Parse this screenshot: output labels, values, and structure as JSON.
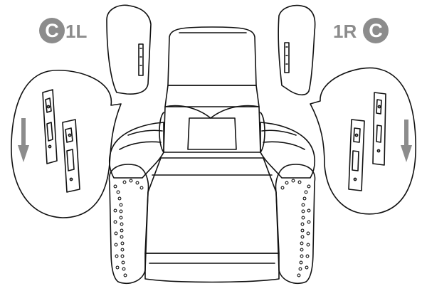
{
  "left_callout": {
    "badge_letter": "C",
    "part_label": "1L"
  },
  "right_callout": {
    "badge_letter": "C",
    "part_label": "1R"
  },
  "colors": {
    "line": "#111111",
    "label_gray": "#8c8c8c",
    "arrow_gray": "#8c8c8c",
    "background": "#ffffff"
  },
  "icons": {
    "down_arrow": "arrow-down",
    "badge": "filled-circle"
  }
}
